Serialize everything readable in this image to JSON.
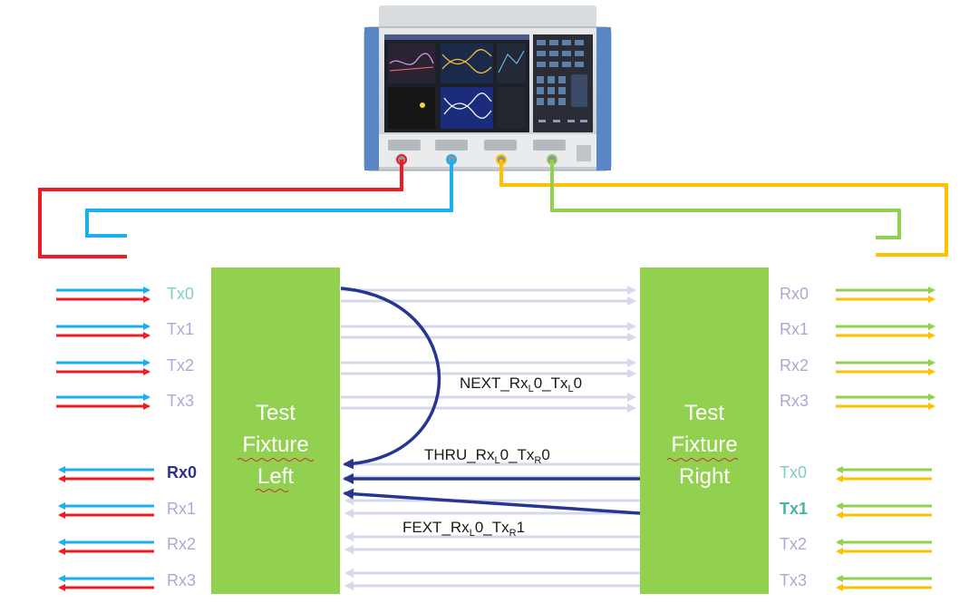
{
  "colors": {
    "red": "#ee1c25",
    "blue": "#1ab0ec",
    "green": "#92d050",
    "yellow": "#ffc000",
    "navy": "#283593",
    "lavender": "#d6d9ec",
    "label_dim": "#a9a9d4",
    "label_teal": "#7fcfc2",
    "label_navy": "#2e3192",
    "label_teal_dark": "#49b3a6"
  },
  "instrument": {
    "name": "Vector network analyzer",
    "ports": [
      "Port 1",
      "Port 2",
      "Port 3",
      "Port 4"
    ]
  },
  "fixtures": {
    "left": {
      "line1": "Test",
      "line2": "Fixture",
      "line3": "Left"
    },
    "right": {
      "line1": "Test",
      "line2": "Fixture",
      "line3": "Right"
    }
  },
  "left_tx_labels": [
    "Tx0",
    "Tx1",
    "Tx2",
    "Tx3"
  ],
  "left_rx_labels": [
    "Rx0",
    "Rx1",
    "Rx2",
    "Rx3"
  ],
  "right_rx_labels": [
    "Rx0",
    "Rx1",
    "Rx2",
    "Rx3"
  ],
  "right_tx_labels": [
    "Tx0",
    "Tx1",
    "Tx2",
    "Tx3"
  ],
  "connections": {
    "next": {
      "base": "NEXT_Rx",
      "s1": "L",
      "mid": "0_Tx",
      "s2": "L",
      "end": "0"
    },
    "thru": {
      "base": "THRU_Rx",
      "s1": "L",
      "mid": "0_Tx",
      "s2": "R",
      "end": "0"
    },
    "fext": {
      "base": "FEXT_Rx",
      "s1": "L",
      "mid": "0_Tx",
      "s2": "R",
      "end": "1"
    }
  }
}
